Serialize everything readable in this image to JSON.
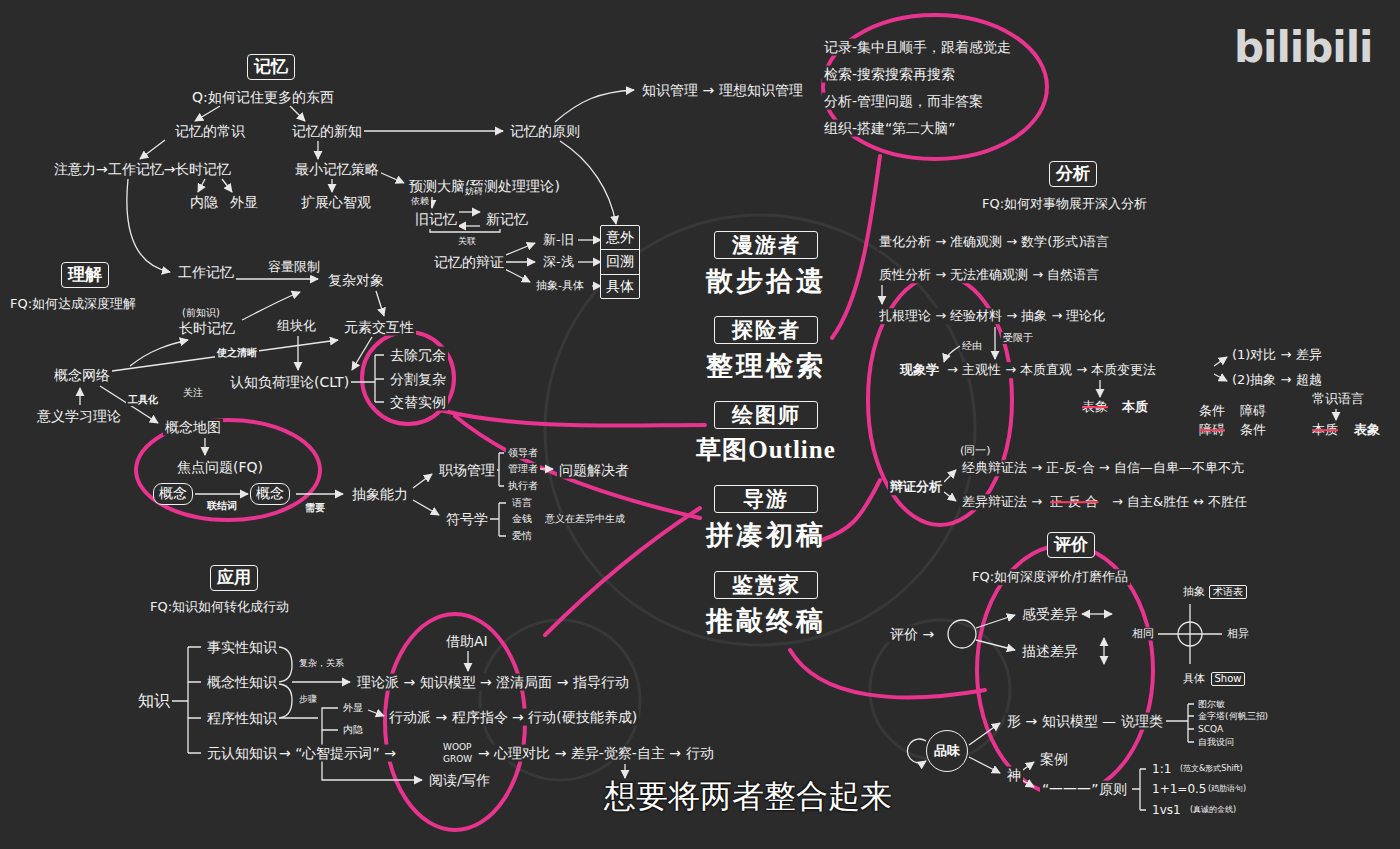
{
  "diagram": {
    "caption": "想要将两者整合起来",
    "nodes": [
      {
        "text": [
          "记忆"
        ]
      },
      {
        "text": [
          "意外",
          "回溯",
          "具体"
        ]
      },
      {
        "text": [
          "理解"
        ]
      },
      {
        "text": [
          "概念"
        ]
      },
      {
        "text": [
          "概念"
        ]
      },
      {
        "text": [
          "应用"
        ]
      },
      {
        "text": [
          "漫游者",
          "散步拾遗"
        ]
      },
      {
        "text": [
          "探险者",
          "整理检索"
        ]
      },
      {
        "text": [
          "绘图师",
          "草图Outline"
        ]
      },
      {
        "text": [
          "导游",
          "拼凑初稿"
        ]
      },
      {
        "text": [
          "鉴赏家",
          "推敲终稿"
        ]
      },
      {
        "text": [
          "分析"
        ]
      },
      {
        "text": [
          "评价"
        ]
      },
      {
        "text": [
          "术语表"
        ]
      },
      {
        "text": [
          "Show"
        ]
      },
      {
        "text": [
          "品味"
        ]
      }
    ],
    "edges": [
      {
        "from": 3,
        "to": 4,
        "label": "联结词",
        "arrow": "to"
      }
    ],
    "labels": [
      "Q:如何记住更多的东西",
      "记忆的常识",
      "记忆的新知",
      "注意力→工作记忆→长时记忆",
      "内隐",
      "外显",
      "最小记忆策略",
      "扩展心智观",
      "预测大脑(预测处理理论)",
      "依赖",
      "妨碍",
      "旧记忆",
      "新记忆",
      "关联",
      "记忆的辩证",
      "新-旧",
      "深-浅",
      "抽象-具体",
      "记忆的原则",
      "知识管理 → 理想知识管理",
      "记录-集中且顺手，跟着感觉走",
      "检索-搜索搜索再搜索",
      "分析-管理问题，而非答案",
      "组织-搭建“第二大脑”",
      "FQ:如何达成深度理解",
      "工作记忆",
      "容量限制",
      "复杂对象",
      "(前知识)",
      "长时记忆",
      "组块化",
      "元素交互性",
      "使之清晰",
      "概念网络",
      "认知负荷理论(CLT)",
      "去除冗余",
      "分割复杂",
      "交替实例",
      "工具化",
      "关注",
      "意义学习理论",
      "概念地图",
      "焦点问题(FQ)",
      "需要",
      "抽象能力",
      "职场管理",
      "领导者",
      "管理者",
      "执行者",
      "问题解决者",
      "符号学",
      "语言",
      "金钱",
      "爱情",
      "意义在差异中生成",
      "FQ:知识如何转化成行动",
      "知识",
      "事实性知识",
      "复杂，关系",
      "概念性知识",
      "步骤",
      "程序性知识",
      "元认知知识",
      "外显",
      "内隐",
      "借助AI",
      "理论派 → 知识模型 → 澄清局面 → 指导行动",
      "行动派 → 程序指令 → 行动(硬技能养成)",
      "→ “心智提示词” →",
      "WOOP",
      "GROW",
      "→ 心理对比 → 差异-觉察-自主 → 行动",
      "阅读/写作",
      "FQ:如何对事物展开深入分析",
      "量化分析 → 准确观测 → 数学(形式)语言",
      "质性分析 → 无法准确观测 → 自然语言",
      "扎根理论 → 经验材料 → 抽象 → 理论化",
      "受限于",
      "经由",
      "现象学",
      "→ 主观性 → 本质直观 → 本质变更法",
      "(1)对比 → 差异",
      "(2)抽象 → 超越",
      "常识语言",
      "表象",
      "本质",
      "条件",
      "障碍",
      "障碍",
      "条件",
      "本质",
      "表象",
      "(同一)",
      "辩证分析",
      "经典辩证法 → 正-反-合 → 自信—自卑—不卑不亢",
      "差异辩证法 →",
      "正-反-合",
      "→ 自主&胜任 ↔ 不胜任",
      "FQ:如何深度评价/打磨作品",
      "评价 →",
      "感受差异",
      "描述差异",
      "抽象",
      "相同",
      "相异",
      "具体",
      "形 → 知识模型 — 说理类",
      "图尔敏",
      "金字塔(何帆三招)",
      "SCQA",
      "自我设问",
      "神",
      "案例",
      "“一一一”原则",
      "1:1",
      "(范文&形式Shift)",
      "1+1=0.5",
      "(鸡肋语句)",
      "1vs1",
      "(真诚的金线)",
      "bilibili"
    ]
  }
}
